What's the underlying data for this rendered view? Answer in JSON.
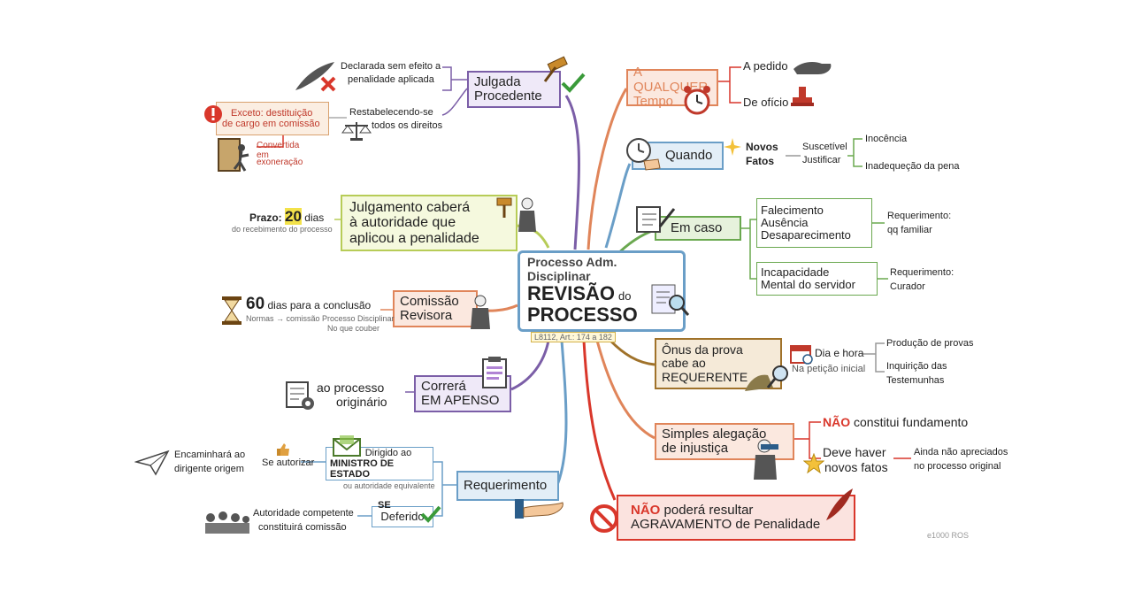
{
  "center": {
    "top": "Processo Adm. Disciplinar",
    "main1": "REVISÃO",
    "do": "do",
    "main2": "PROCESSO",
    "law": "L8112, Art.: 174 a 182"
  },
  "julgada": {
    "label1": "Julgada",
    "label2": "Procedente",
    "decl1": "Declarada sem efeito a",
    "decl2": "penalidade aplicada",
    "rest1": "Restabelecendo-se",
    "rest2": "todos os direitos",
    "exc1": "Exceto: destituição",
    "exc2": "de cargo em comissão",
    "conv1": "Convertida",
    "conv2": "em",
    "conv3": "exoneração"
  },
  "julgamento": {
    "l1": "Julgamento caberá",
    "l2": "à autoridade que",
    "l3": "aplicou a penalidade",
    "prazo_label": "Prazo:",
    "prazo_num": "20",
    "prazo_unit": "dias",
    "prazo_sub": "do recebimento do processo"
  },
  "comissao": {
    "l1": "Comissão",
    "l2": "Revisora",
    "num": "60",
    "txt": "dias para a conclusão",
    "sub1": "Normas → comissão Processo Disciplinar",
    "sub2": "No que couber"
  },
  "apenso": {
    "l1": "Correrá",
    "l2": "EM APENSO",
    "t1": "ao processo",
    "t2": "originário"
  },
  "requerimento": {
    "label": "Requerimento",
    "dir1": "Dirigido ao",
    "dir2": "MINISTRO DE ESTADO",
    "dir_sub": "ou autoridade equivalente",
    "aut": "Se autorizar",
    "enc1": "Encaminhará ao",
    "enc2": "dirigente origem",
    "se": "SE",
    "deferido": "Deferido",
    "comp1": "Autoridade competente",
    "comp2": "constituirá comissão"
  },
  "qualquer": {
    "l1": "A QUALQUER",
    "l2": "Tempo",
    "pedido": "A pedido",
    "oficio": "De ofício"
  },
  "quando": {
    "label": "Quando",
    "novos1": "Novos",
    "novos2": "Fatos",
    "susc1": "Suscetível",
    "susc2": "Justificar",
    "inoc": "Inocência",
    "inad": "Inadequeção da pena"
  },
  "emcaso": {
    "label": "Em caso",
    "f1": "Falecimento",
    "f2": "Ausência",
    "f3": "Desaparecimento",
    "req1": "Requerimento:",
    "req2": "qq familiar",
    "i1": "Incapacidade",
    "i2": "Mental do servidor",
    "cur1": "Requerimento:",
    "cur2": "Curador"
  },
  "onus": {
    "l1": "Ônus da prova",
    "l2": "cabe ao",
    "l3": "REQUERENTE",
    "dia": "Dia e hora",
    "pet": "Na petição inicial",
    "prod": "Produção de provas",
    "inq1": "Inquirição das",
    "inq2": "Testemunhas"
  },
  "alegacao": {
    "l1": "Simples alegação",
    "l2": "de injustiça",
    "nao": "NÃO",
    "nao_rest": "constitui fundamento",
    "deve1": "Deve haver",
    "deve2": "novos fatos",
    "ainda1": "Ainda não apreciados",
    "ainda2": "no processo original"
  },
  "agrav": {
    "nao": "NÃO",
    "l1": "poderá resultar",
    "l2": "AGRAVAMENTO de Penalidade"
  },
  "signature": "e1000 ROS",
  "colors": {
    "purple": "#7b5ea7",
    "yellowgreen": "#b7cc57",
    "orange": "#e0855a",
    "blue": "#6a9ec7",
    "green": "#6aa84f",
    "red": "#d9372b"
  }
}
